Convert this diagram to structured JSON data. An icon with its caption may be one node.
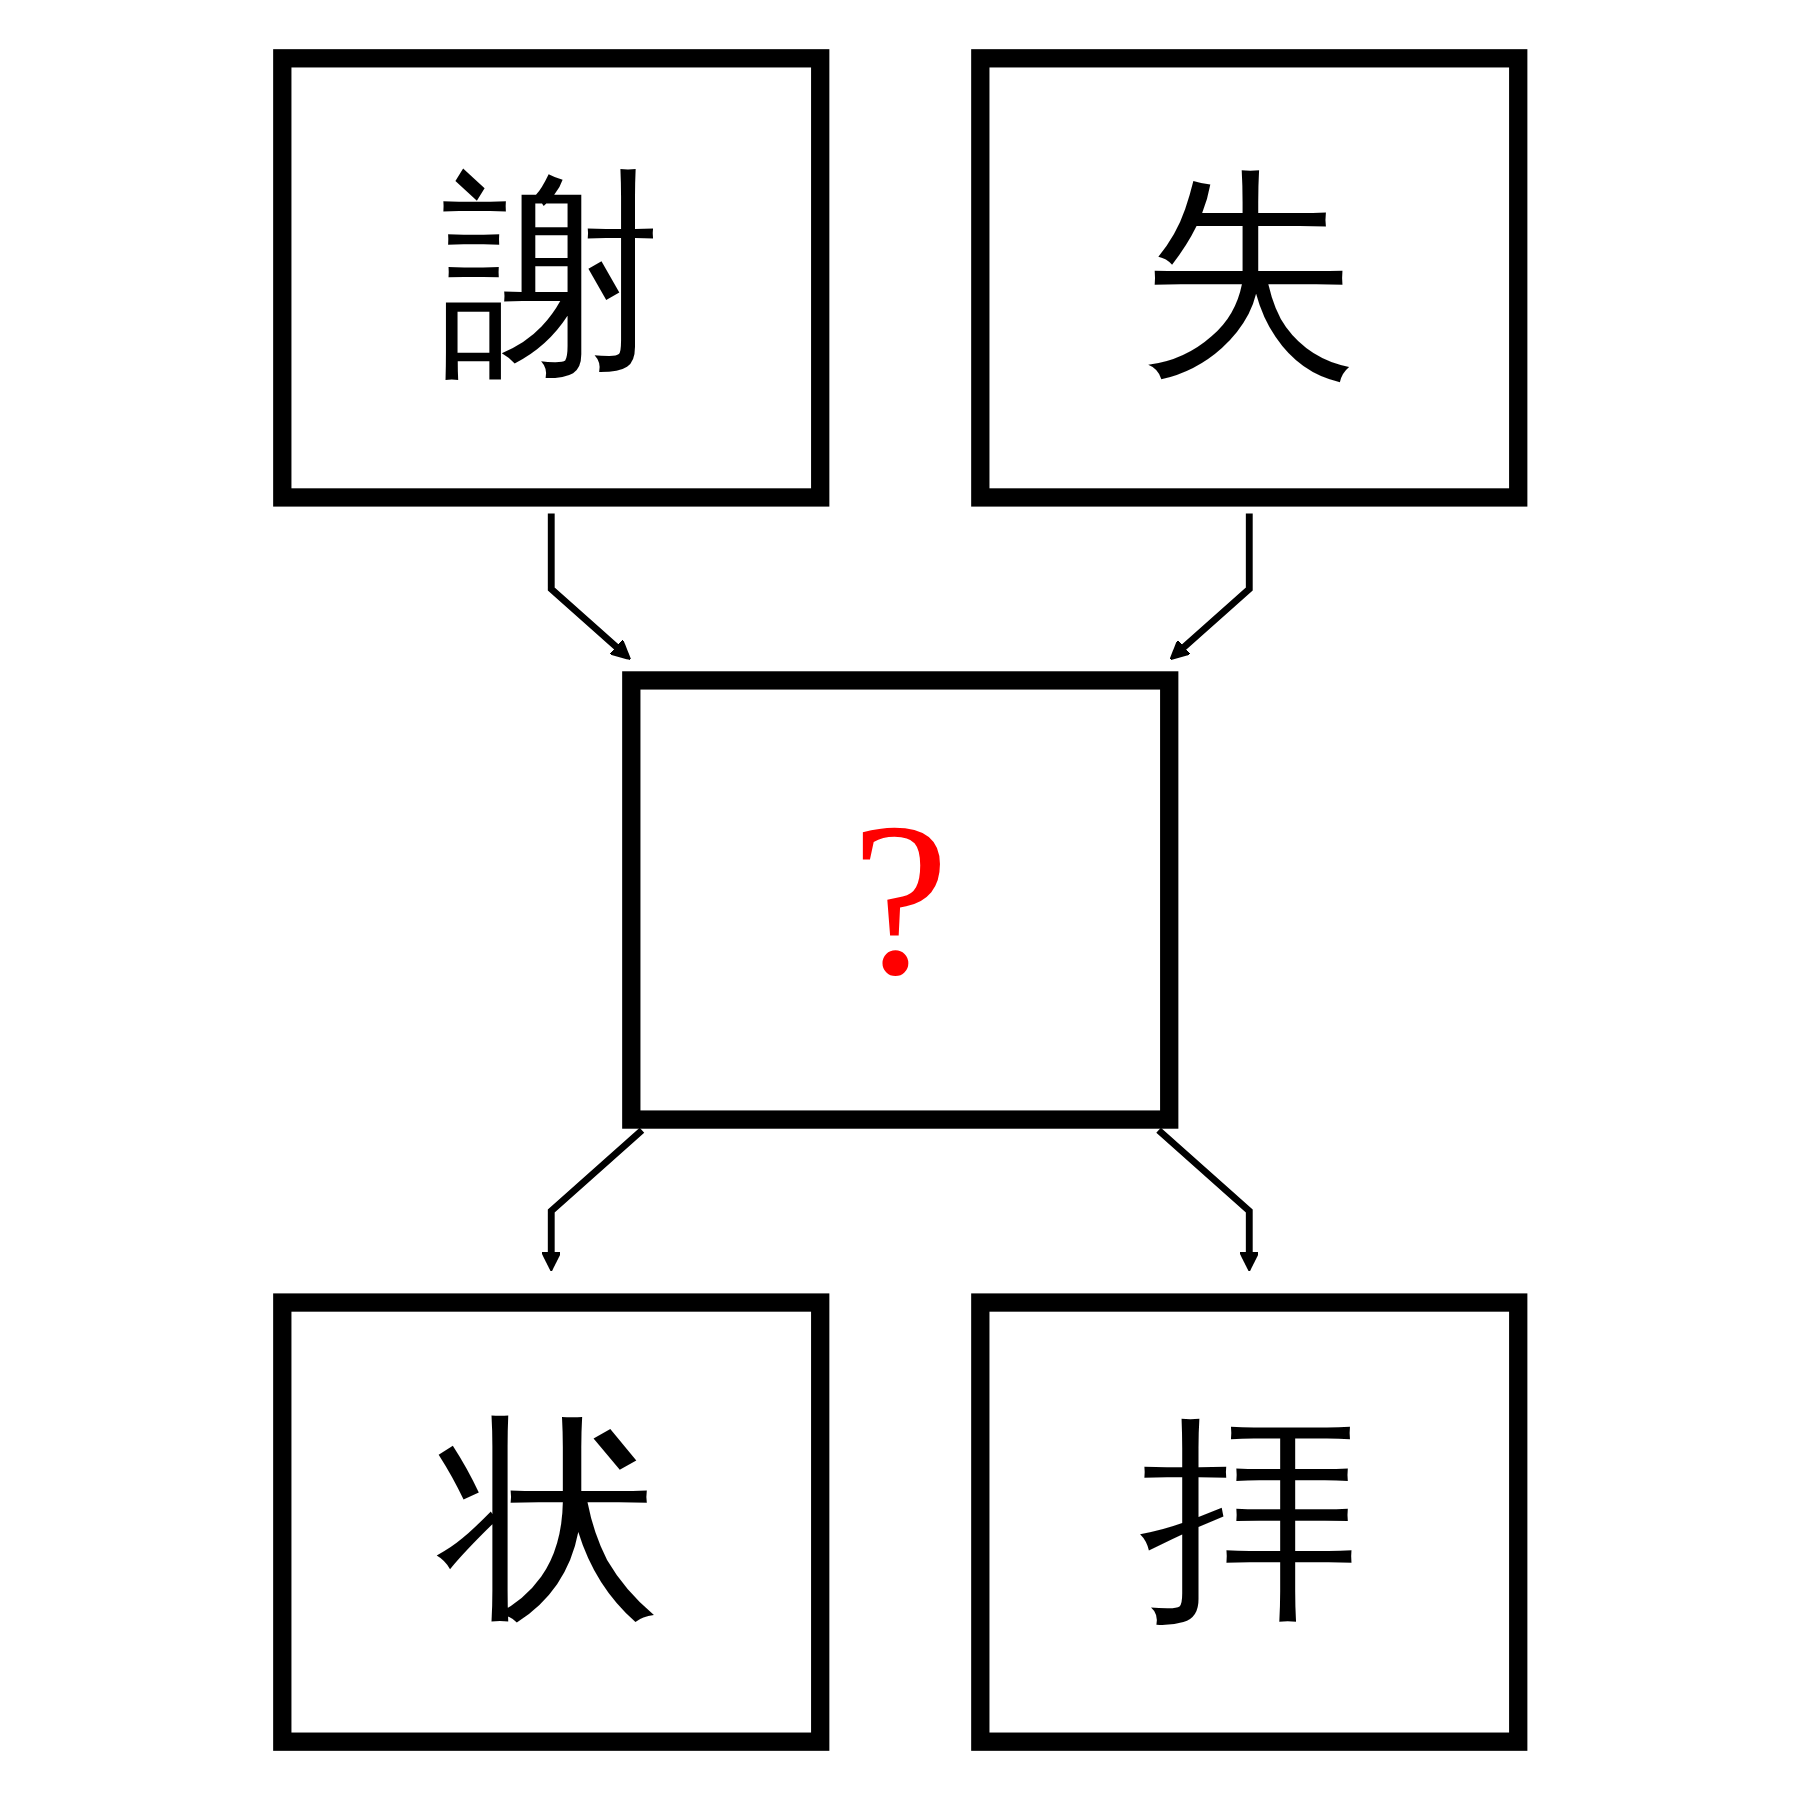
{
  "diagram": {
    "nodes": [
      {
        "text": [
          "謝"
        ]
      },
      {
        "text": [
          "失"
        ]
      },
      {
        "text": [
          "?"
        ]
      },
      {
        "text": [
          "状"
        ]
      },
      {
        "text": [
          "拝"
        ]
      }
    ],
    "edges": [
      {
        "from": 0,
        "to": 2,
        "arrow": "to"
      },
      {
        "from": 1,
        "to": 2,
        "arrow": "to"
      },
      {
        "from": 2,
        "to": 3,
        "arrow": "to"
      },
      {
        "from": 2,
        "to": 4,
        "arrow": "to"
      }
    ]
  }
}
